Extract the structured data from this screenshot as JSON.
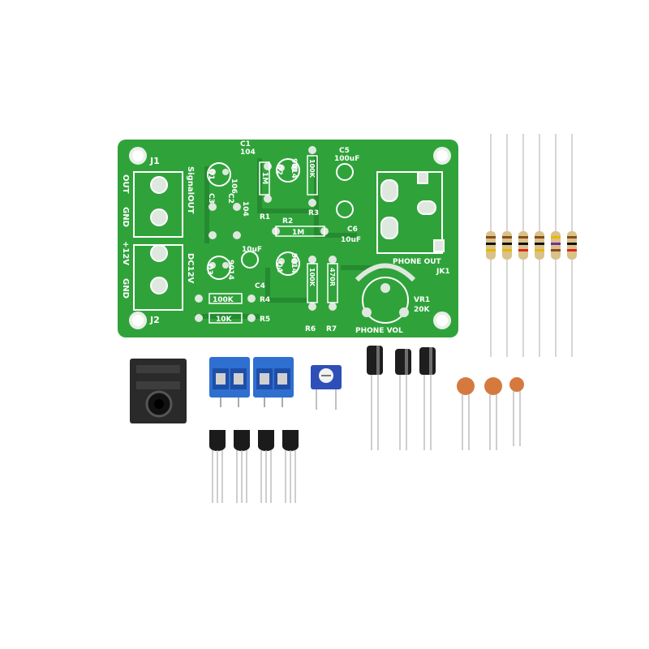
{
  "pcb": {
    "color": "#2fa33a",
    "labels": {
      "j1": "J1",
      "j2": "J2",
      "out": "OUT",
      "gnd1": "GND",
      "plus12v": "+12V",
      "gnd2": "GND",
      "signal_out": "SignalOUT",
      "dc12v": "DC12V",
      "c1": "C1",
      "c1_val": "104",
      "c2": "C2",
      "c2_val": "104",
      "c3": "C3",
      "c3_val": "106",
      "c4": "C4",
      "c4_val": "10uF",
      "c5": "C5",
      "c5_val": "100uF",
      "c6": "C6",
      "c6_val": "10uF",
      "q1": "Q1",
      "q2": "Q2",
      "q3": "Q3",
      "q4": "Q4",
      "t9014_a": "9014",
      "t9014_b": "9014",
      "t9014_c": "9014",
      "r1": "R1",
      "r1_val": "1M",
      "r2": "R2",
      "r2_val": "1M",
      "r3": "R3",
      "r3_val": "100K",
      "r4": "R4",
      "r4_val": "100K",
      "r5": "R5",
      "r5_val": "10K",
      "r6": "R6",
      "r6_val": "100K",
      "r7": "R7",
      "r7_val": "470R",
      "phone_out": "PHONE OUT",
      "jk1": "JK1",
      "vr1": "VR1",
      "vr1_val": "20K",
      "phone_vol": "PHONE VOL"
    }
  },
  "parts": {
    "terminal_color": "#2f6fd0",
    "electrolytic_color": "#1e1e1e",
    "ceramic_color": "#d6793f",
    "resistor_body_color": "#d8c28a",
    "trimmer_color": "#2e4fb8"
  }
}
